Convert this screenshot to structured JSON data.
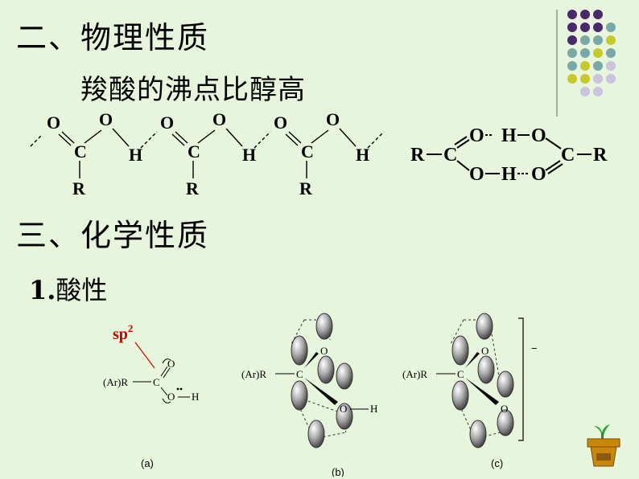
{
  "section2": {
    "title": "二、物理性质",
    "subtitle": "羧酸的沸点比醇高"
  },
  "section3": {
    "title": "三、化学性质",
    "item_number": "1.",
    "item_label": "酸性"
  },
  "chain": {
    "carbon": "C",
    "oxygen": "O",
    "hydrogen": "H",
    "r_group": "R"
  },
  "dimer": {
    "left_r": "R",
    "left_c": "C",
    "right_c": "C",
    "right_r": "R",
    "top_o1": "O",
    "top_h": "H",
    "top_o2": "O",
    "bottom_o1": "O",
    "bottom_h": "H",
    "bottom_o2": "O"
  },
  "orbitals": {
    "sp2_label": "sp",
    "sp2_superscript": "2",
    "ar_r": "(Ar)R",
    "c": "C",
    "o": "O",
    "h": "H",
    "anion_charge": "−",
    "caption_a": "(a)",
    "caption_b": "(b)",
    "caption_c": "(c)"
  },
  "colors": {
    "background": "#e6f5dc",
    "dot_purple": "#4b2a6b",
    "dot_teal": "#79a8a8",
    "dot_yellow": "#c9c82e",
    "dot_lavender": "#c8c4dc",
    "sp2_red": "#cc0000",
    "pot_brown": "#c8860b"
  }
}
